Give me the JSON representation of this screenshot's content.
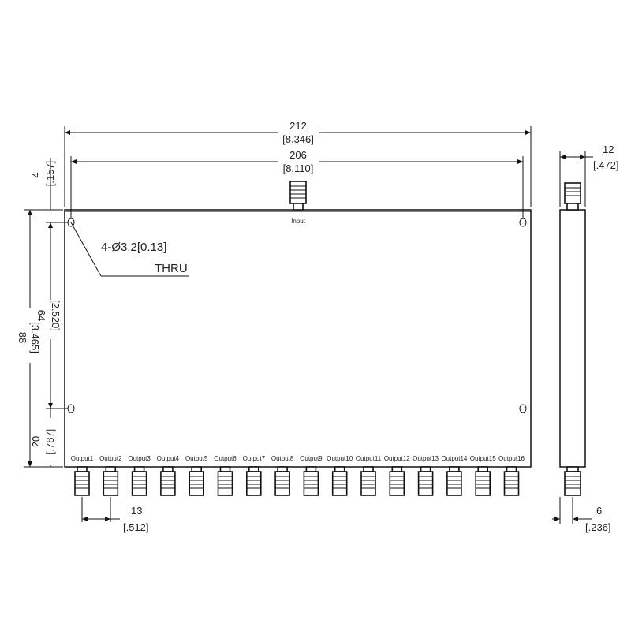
{
  "dimensions": {
    "overall_width": {
      "value": "212",
      "inch": "[8.346]"
    },
    "hole_spacing_width": {
      "value": "206",
      "inch": "[8.110]"
    },
    "top_margin": {
      "value": "4",
      "inch": "[.157]"
    },
    "overall_height": {
      "value": "88",
      "inch": "[3.465]"
    },
    "hole_spacing_height": {
      "value": "64",
      "inch": "[2.520]"
    },
    "bottom_margin": {
      "value": "20",
      "inch": "[.787]"
    },
    "connector_pitch": {
      "value": "13",
      "inch": "[.512]"
    },
    "thickness": {
      "value": "12",
      "inch": "[.472]"
    },
    "connector_offset": {
      "value": "6",
      "inch": "[.236]"
    }
  },
  "hole_note": {
    "spec": "4-Ø3.2[0.13]",
    "thru": "THRU"
  },
  "input_label": "Input",
  "outputs": [
    "Output1",
    "Output2",
    "Output3",
    "Output4",
    "Output5",
    "Output6",
    "Output7",
    "Output8",
    "Output9",
    "Output10",
    "Output11",
    "Output12",
    "Output13",
    "Output14",
    "Output15",
    "Output16"
  ]
}
